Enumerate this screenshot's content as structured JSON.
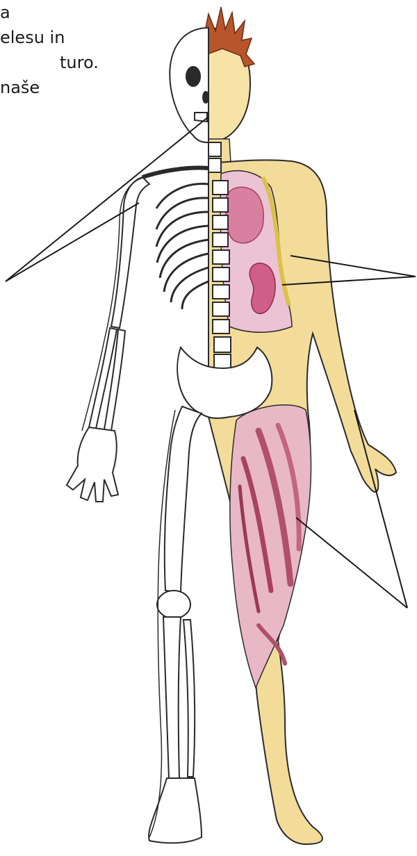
{
  "caption": {
    "lines": [
      "a",
      "elesu in",
      "turo.",
      "naše"
    ]
  },
  "figure": {
    "subject": "human body anatomy illustration: left half skeleton, right half skin with organs and muscles",
    "colors": {
      "skin": "#f3dc9a",
      "hair": "#b8552c",
      "organ_pink": "#e6a6bf",
      "organ_dark": "#cf5f86",
      "muscle": "#b0506b",
      "fat_layer": "#d9c247",
      "outline": "#2a2a2a"
    },
    "pointer_groups": [
      "skeleton",
      "organs",
      "muscles"
    ]
  }
}
